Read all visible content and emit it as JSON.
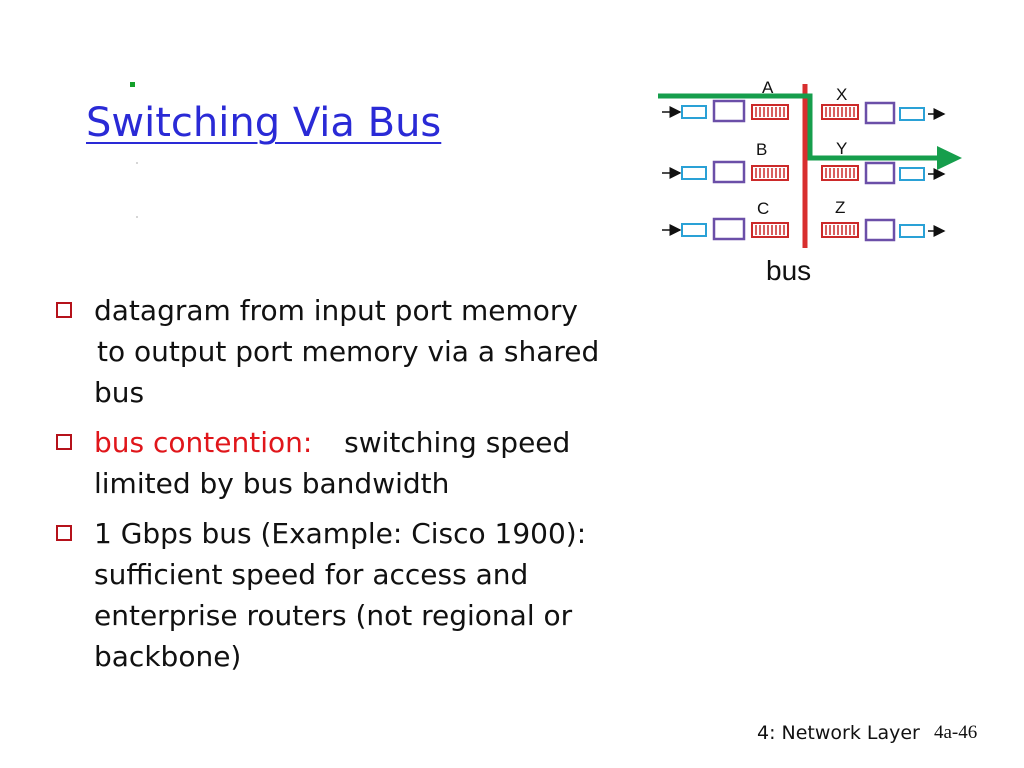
{
  "slide": {
    "title": "Switching Via Bus",
    "bullets": [
      {
        "line1": "datagram from input port memory",
        "line2": "to output port memory via a shared",
        "line3": "bus"
      },
      {
        "highlight": "bus contention:",
        "rest1": "switching speed",
        "rest2": "limited by bus bandwidth"
      },
      {
        "line1": "1 Gbps bus (Example: Cisco 1900):",
        "line2": "sufficient speed for access and",
        "line3": "enterprise routers (not regional or",
        "line4": "backbone)"
      }
    ]
  },
  "diagram": {
    "input_labels": [
      "A",
      "B",
      "C"
    ],
    "output_labels": [
      "X",
      "Y",
      "Z"
    ],
    "bus_label": "bus",
    "colors": {
      "bus": "#d82e2e",
      "path": "#169e4c",
      "memory": "#6b4fa8",
      "port": "#2aa1d6",
      "queue": "#cc2a2a"
    }
  },
  "footer": {
    "label": "4: Network Layer",
    "page": "4a-46"
  },
  "colors": {
    "title": "#2a2ad6",
    "highlight": "#e0161b",
    "bullet": "#b5121b"
  }
}
